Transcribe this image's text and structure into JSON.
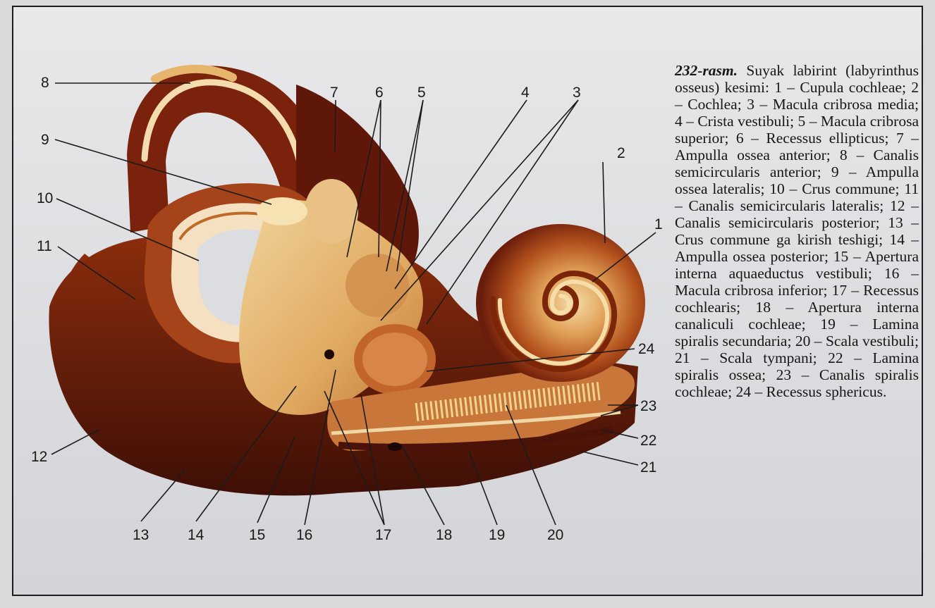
{
  "figure": {
    "number": "232-rasm.",
    "title": "Suyak labirint",
    "subtitle": "(labyrinthus osseus) kesimi:",
    "legend": [
      {
        "n": "1",
        "text": "Cupula cochleae"
      },
      {
        "n": "2",
        "text": "Cochlea"
      },
      {
        "n": "3",
        "text": "Macula cribrosa media"
      },
      {
        "n": "4",
        "text": "Crista vestibuli"
      },
      {
        "n": "5",
        "text": "Macula cribrosa superior"
      },
      {
        "n": "6",
        "text": "Recessus ellipticus"
      },
      {
        "n": "7",
        "text": "Ampulla ossea anterior"
      },
      {
        "n": "8",
        "text": "Canalis semicircularis anterior"
      },
      {
        "n": "9",
        "text": "Ampulla ossea lateralis"
      },
      {
        "n": "10",
        "text": "Crus commune"
      },
      {
        "n": "11",
        "text": "Canalis semicircularis lateralis"
      },
      {
        "n": "12",
        "text": "Canalis semicircularis posterior"
      },
      {
        "n": "13",
        "text": "Crus commune ga kirish teshigi"
      },
      {
        "n": "14",
        "text": "Ampulla ossea posterior"
      },
      {
        "n": "15",
        "text": "Apertura interna aquaeductus vestibuli"
      },
      {
        "n": "16",
        "text": "Macula cribrosa inferior"
      },
      {
        "n": "17",
        "text": "Recessus cochlearis"
      },
      {
        "n": "18",
        "text": "Apertura interna canaliculi cochleae"
      },
      {
        "n": "19",
        "text": "Lamina spiralis secundaria"
      },
      {
        "n": "20",
        "text": "Scala vestibuli"
      },
      {
        "n": "21",
        "text": "Scala tympani"
      },
      {
        "n": "22",
        "text": "Lamina spiralis ossea"
      },
      {
        "n": "23",
        "text": "Canalis spiralis cochleae"
      },
      {
        "n": "24",
        "text": "Recessus sphericus"
      }
    ]
  },
  "labels": {
    "l1": "1",
    "l2": "2",
    "l3": "3",
    "l4": "4",
    "l5": "5",
    "l6": "6",
    "l7": "7",
    "l8": "8",
    "l9": "9",
    "l10": "10",
    "l11": "11",
    "l12": "12",
    "l13": "13",
    "l14": "14",
    "l15": "15",
    "l16": "16",
    "l17": "17",
    "l18": "18",
    "l19": "19",
    "l20": "20",
    "l21": "21",
    "l22": "22",
    "l23": "23",
    "l24": "24"
  },
  "colors": {
    "background": "#dcdde0",
    "bone_dark": "#4a1208",
    "bone_mid": "#9a3b14",
    "bone_light": "#e8c68a",
    "ink": "#1a1a1a"
  }
}
